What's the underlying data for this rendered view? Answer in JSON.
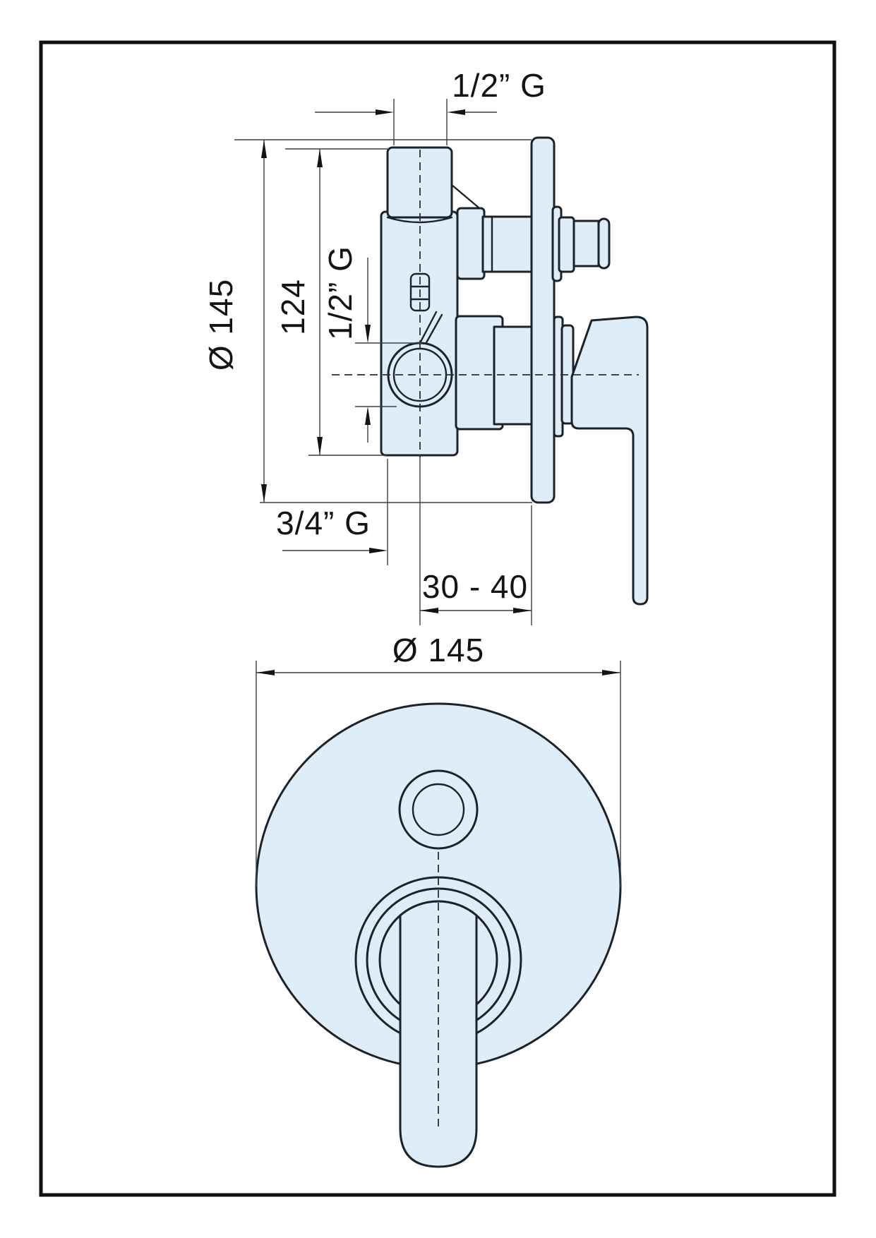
{
  "drawing": {
    "title": "concealed-shower-mixer-technical-drawing",
    "side_view": {
      "dim_top_inlet_thread": "1/2” G",
      "dim_plate_diameter": "Ø 145",
      "dim_body_height": "124",
      "dim_side_port_thread": "1/2” G",
      "dim_bottom_outlet_thread": "3/4” G",
      "dim_wall_embedding_depth": "30 - 40"
    },
    "front_view": {
      "dim_plate_diameter": "Ø 145"
    },
    "colors": {
      "part_fill": "#dfedf9",
      "part_outline": "#1c2229",
      "dimension_line": "#3a3f45",
      "centerline": "#2a2f35",
      "text": "#141414",
      "page_border": "#111111",
      "background": "#ffffff"
    }
  }
}
